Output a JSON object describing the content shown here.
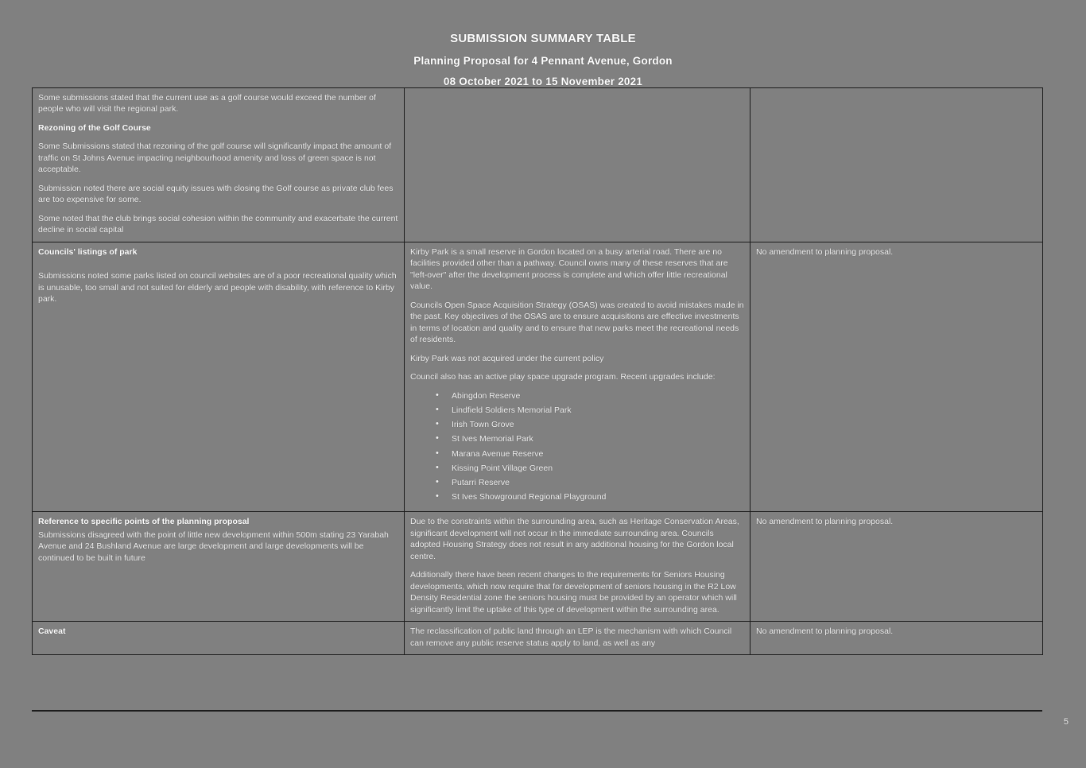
{
  "document": {
    "title_main": "SUBMISSION SUMMARY TABLE",
    "title_sub": "Planning Proposal for 4 Pennant Avenue, Gordon",
    "title_dates": "08 October 2021 to 15 November 2021",
    "page_number": "5"
  },
  "rows": [
    {
      "id": "row-golf-course",
      "col1": {
        "paragraphs": [
          "Some submissions stated that the current use as a golf course would exceed the number of people who will visit the regional park."
        ],
        "heading": "Rezoning of the Golf Course",
        "paragraphs_after": [
          "Some Submissions stated that rezoning of the golf course will significantly impact the amount of traffic on St Johns Avenue impacting neighbourhood amenity and loss of green space is not acceptable.",
          "Submission noted there are social equity issues with closing the Golf course as private club fees are too expensive for some.",
          "Some noted that the club brings social cohesion within the community and exacerbate the current decline in social capital"
        ]
      },
      "col2": {
        "paragraphs": []
      },
      "col3": {
        "paragraphs": []
      }
    },
    {
      "id": "row-councils-listings-of-park",
      "col1": {
        "heading": "Councils' listings of park",
        "paragraphs_after": [
          "Submissions noted some parks listed on council websites are of a poor recreational quality which is unusable, too small and not suited for elderly and people with disability, with reference to Kirby park."
        ]
      },
      "col2": {
        "paragraphs": [
          "Kirby Park is a small reserve in Gordon located on a busy arterial road. There are no facilities provided other than a pathway. Council owns many of these reserves that are \"left-over\" after the development process is complete and which offer little recreational value.",
          "Councils Open Space Acquisition Strategy (OSAS) was created to avoid mistakes made in the past. Key objectives of the OSAS are to ensure acquisitions are effective investments in terms of location and quality and to ensure that new parks meet the recreational needs of residents.",
          "Kirby Park was not acquired under the current policy",
          "Council also has an active play space upgrade program. Recent upgrades include:"
        ],
        "bullets": [
          "Abingdon Reserve",
          "Lindfield Soldiers Memorial Park",
          "Irish Town Grove",
          "St Ives Memorial Park",
          "Marana Avenue Reserve",
          "Kissing Point Village Green",
          "Putarri Reserve",
          "St Ives Showground Regional Playground"
        ]
      },
      "col3": {
        "paragraphs": [
          "No amendment to planning proposal."
        ]
      }
    },
    {
      "id": "row-reference-specific-points",
      "col1": {
        "heading": "Reference to specific points of the planning proposal",
        "paragraphs_after": [
          "Submissions disagreed with the point of little new development within 500m stating 23 Yarabah Avenue and 24 Bushland Avenue are large development and large developments will be continued to be built in future"
        ]
      },
      "col2": {
        "paragraphs": [
          "Due to the constraints within the surrounding area, such as Heritage Conservation Areas, significant development will not occur in the immediate surrounding area. Councils adopted Housing Strategy does not result in any additional housing for the Gordon local centre.",
          "Additionally there have been recent changes to the requirements for Seniors Housing developments, which now require that for development of seniors housing in the R2 Low Density Residential zone the seniors housing must be provided by an operator which will significantly limit the uptake of this type of development within the surrounding area."
        ]
      },
      "col3": {
        "paragraphs": [
          "No amendment to planning proposal."
        ]
      }
    },
    {
      "id": "row-caveat",
      "col1": {
        "heading": "Caveat",
        "paragraphs_after": []
      },
      "col2": {
        "paragraphs": [
          "The reclassification of public land through an LEP is the mechanism with which Council can remove any public reserve status apply to land, as well as any"
        ]
      },
      "col3": {
        "paragraphs": [
          "No amendment to planning proposal."
        ]
      }
    }
  ]
}
